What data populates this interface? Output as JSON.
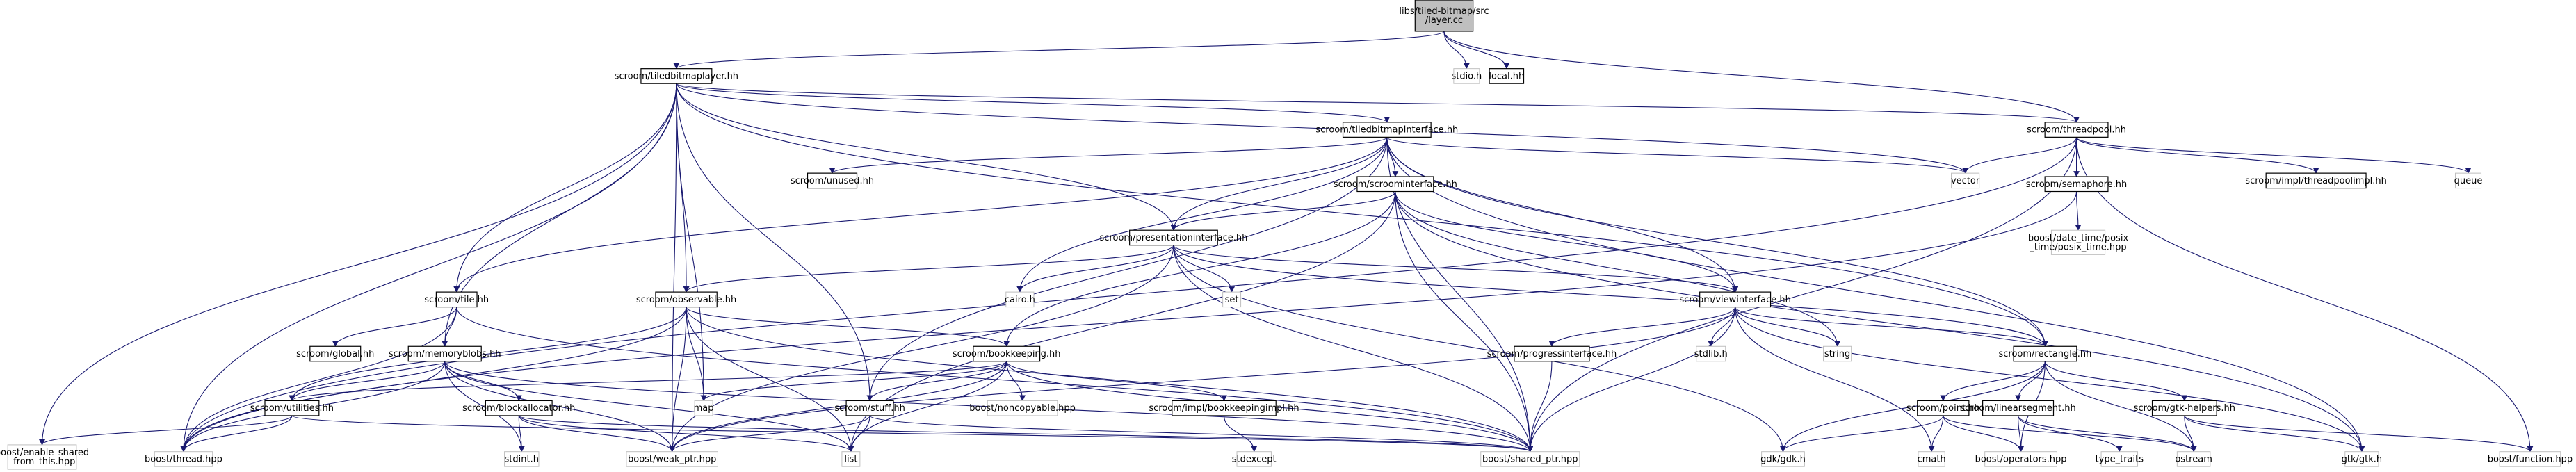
{
  "title": "libs/tiled-bitmap/src/layer.cc include dependency graph",
  "colors": {
    "edge": "#191970",
    "root_fill": "#bfbfbf",
    "local_border": "#000000",
    "system_border": "#bfbfbf"
  },
  "nodes": {
    "root": {
      "lines": [
        "libs/tiled-bitmap/src",
        "/layer.cc"
      ]
    },
    "tiledbitmaplayer": {
      "lines": [
        "scroom/tiledbitmaplayer.hh"
      ]
    },
    "stdio": {
      "lines": [
        "stdio.h"
      ]
    },
    "local": {
      "lines": [
        "local.hh"
      ]
    },
    "threadpool": {
      "lines": [
        "scroom/threadpool.hh"
      ]
    },
    "tiledbitmapinterface": {
      "lines": [
        "scroom/tiledbitmapinterface.hh"
      ]
    },
    "vector": {
      "lines": [
        "vector"
      ]
    },
    "queue": {
      "lines": [
        "queue"
      ]
    },
    "threadpoolimpl": {
      "lines": [
        "scroom/impl/threadpoolimpl.hh"
      ]
    },
    "semaphore": {
      "lines": [
        "scroom/semaphore.hh"
      ]
    },
    "posix_time": {
      "lines": [
        "boost/date_time/posix",
        "_time/posix_time.hpp"
      ]
    },
    "unused": {
      "lines": [
        "scroom/unused.hh"
      ]
    },
    "scroominterface": {
      "lines": [
        "scroom/scroominterface.hh"
      ]
    },
    "presentationinterface": {
      "lines": [
        "scroom/presentationinterface.hh"
      ]
    },
    "cairo": {
      "lines": [
        "cairo.h"
      ]
    },
    "set": {
      "lines": [
        "set"
      ]
    },
    "viewinterface": {
      "lines": [
        "scroom/viewinterface.hh"
      ]
    },
    "tile": {
      "lines": [
        "scroom/tile.hh"
      ]
    },
    "observable": {
      "lines": [
        "scroom/observable.hh"
      ]
    },
    "global": {
      "lines": [
        "scroom/global.hh"
      ]
    },
    "memoryblobs": {
      "lines": [
        "scroom/memoryblobs.hh"
      ]
    },
    "bookkeeping": {
      "lines": [
        "scroom/bookkeeping.hh"
      ]
    },
    "progressinterface": {
      "lines": [
        "scroom/progressinterface.hh"
      ]
    },
    "stdlib": {
      "lines": [
        "stdlib.h"
      ]
    },
    "string": {
      "lines": [
        "string"
      ]
    },
    "rectangle": {
      "lines": [
        "scroom/rectangle.hh"
      ]
    },
    "utilities": {
      "lines": [
        "scroom/utilities.hh"
      ]
    },
    "blockallocator": {
      "lines": [
        "scroom/blockallocator.hh"
      ]
    },
    "map": {
      "lines": [
        "map"
      ]
    },
    "stuff": {
      "lines": [
        "scroom/stuff.hh"
      ]
    },
    "noncopyable": {
      "lines": [
        "boost/noncopyable.hpp"
      ]
    },
    "bookkeepingimpl": {
      "lines": [
        "scroom/impl/bookkeepingimpl.hh"
      ]
    },
    "point": {
      "lines": [
        "scroom/point.hh"
      ]
    },
    "linearsegment": {
      "lines": [
        "scroom/linearsegment.hh"
      ]
    },
    "gtkhelpers": {
      "lines": [
        "scroom/gtk-helpers.hh"
      ]
    },
    "enable_shared": {
      "lines": [
        "boost/enable_shared",
        "_from_this.hpp"
      ]
    },
    "thread": {
      "lines": [
        "boost/thread.hpp"
      ]
    },
    "stdint": {
      "lines": [
        "stdint.h"
      ]
    },
    "weak_ptr": {
      "lines": [
        "boost/weak_ptr.hpp"
      ]
    },
    "list": {
      "lines": [
        "list"
      ]
    },
    "stdexcept": {
      "lines": [
        "stdexcept"
      ]
    },
    "shared_ptr": {
      "lines": [
        "boost/shared_ptr.hpp"
      ]
    },
    "gdk": {
      "lines": [
        "gdk/gdk.h"
      ]
    },
    "cmath": {
      "lines": [
        "cmath"
      ]
    },
    "operators": {
      "lines": [
        "boost/operators.hpp"
      ]
    },
    "type_traits": {
      "lines": [
        "type_traits"
      ]
    },
    "ostream": {
      "lines": [
        "ostream"
      ]
    },
    "gtk": {
      "lines": [
        "gtk/gtk.h"
      ]
    },
    "function": {
      "lines": [
        "boost/function.hpp"
      ]
    }
  }
}
